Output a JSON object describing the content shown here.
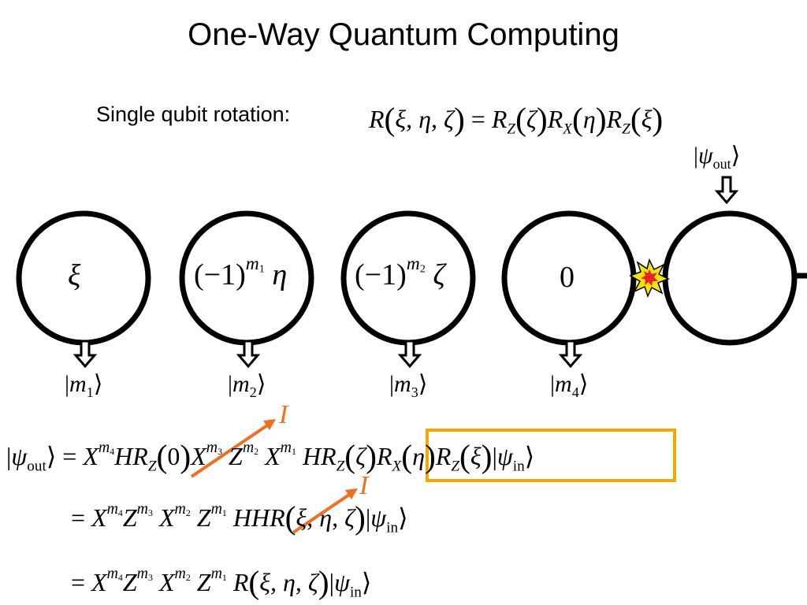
{
  "title": "One-Way Quantum Computing",
  "rotation_label": "Single qubit rotation:",
  "rotation_formula": {
    "lhs": "R",
    "args": "ξ, η, ζ",
    "rz": "R",
    "rz_sub": "Z",
    "zeta": "ζ",
    "rx": "R",
    "rx_sub": "X",
    "eta": "η",
    "rz2": "R",
    "rz2_sub": "Z",
    "xi": "ξ"
  },
  "psi_out": {
    "psi": "ψ",
    "sub": "out"
  },
  "nodes": [
    {
      "angle_text": "ξ",
      "outcome": "m",
      "outcome_sub": "1"
    },
    {
      "prefix": "(−1)",
      "power": "m",
      "power_sub": "1",
      "angle_text": "η",
      "outcome": "m",
      "outcome_sub": "2"
    },
    {
      "prefix": "(−1)",
      "power": "m",
      "power_sub": "2",
      "angle_text": "ζ",
      "outcome": "m",
      "outcome_sub": "3"
    },
    {
      "angle_text": "0",
      "outcome": "m",
      "outcome_sub": "4"
    }
  ],
  "annotations": {
    "identity_label": "I"
  },
  "equations": {
    "line1": {
      "psi": "ψ",
      "psi_sub": "out",
      "x": "X",
      "m4": "m",
      "m4_sub": "4",
      "h": "H",
      "r": "R",
      "r_sub": "Z",
      "zero": "0",
      "x2": "X",
      "m3": "m",
      "m3_sub": "3",
      "z": "Z",
      "m2": "m",
      "m2_sub": "2",
      "x3": "X",
      "m1": "m",
      "m1_sub": "1",
      "h2": "H",
      "box_rz": "R",
      "box_rz_sub": "Z",
      "box_zeta": "ζ",
      "box_rx": "R",
      "box_rx_sub": "X",
      "box_eta": "η",
      "box_rz2": "R",
      "box_rz2_sub": "Z",
      "box_xi": "ξ",
      "psi_in": "ψ",
      "psi_in_sub": "in"
    },
    "line2": {
      "eq": "=",
      "x": "X",
      "m4": "m",
      "m4_sub": "4",
      "z": "Z",
      "m3": "m",
      "m3_sub": "3",
      "x2": "X",
      "m2": "m",
      "m2_sub": "2",
      "z2": "Z",
      "m1": "m",
      "m1_sub": "1",
      "hhr": "HHR",
      "args": "ξ, η, ζ",
      "psi_in": "ψ",
      "psi_in_sub": "in"
    },
    "line3": {
      "eq": "=",
      "x": "X",
      "m4": "m",
      "m4_sub": "4",
      "z": "Z",
      "m3": "m",
      "m3_sub": "3",
      "x2": "X",
      "m2": "m",
      "m2_sub": "2",
      "z2": "Z",
      "m1": "m",
      "m1_sub": "1",
      "r": "R",
      "args": "ξ, η, ζ",
      "psi_in": "ψ",
      "psi_in_sub": "in"
    }
  },
  "colors": {
    "arrow": "#f07020",
    "box": "#f5a800",
    "star_outer": "#f4e200",
    "star_inner": "#e8222a"
  }
}
